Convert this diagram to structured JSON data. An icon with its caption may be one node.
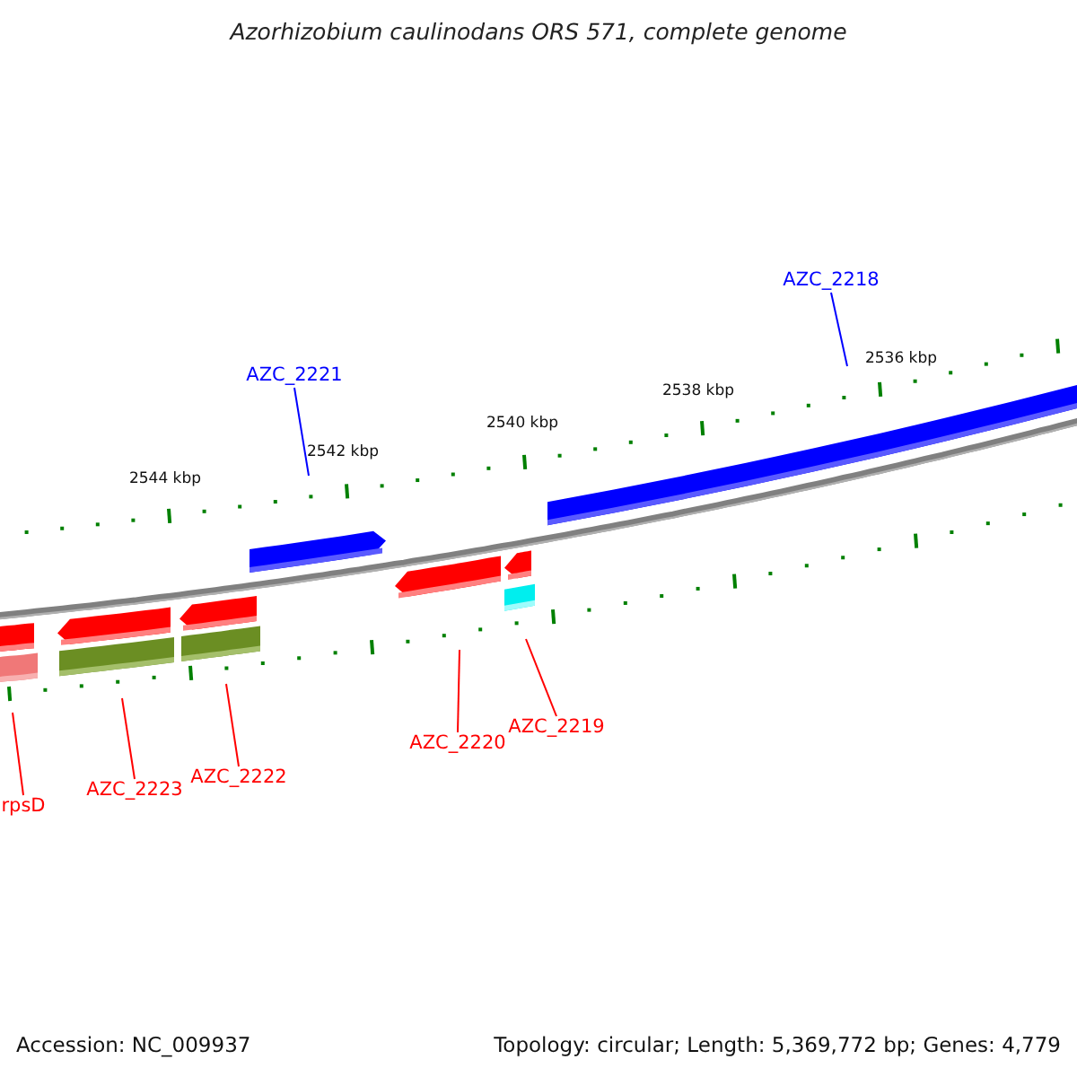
{
  "diagram": {
    "title": "Azorhizobium caulinodans ORS 571, complete genome",
    "nodes": [
      {
        "text": [
          "AZC_2221"
        ]
      },
      {
        "text": [
          "AZC_2218"
        ]
      },
      {
        "text": [
          "rpsD"
        ]
      },
      {
        "text": [
          "AZC_2223"
        ]
      },
      {
        "text": [
          "AZC_2222"
        ]
      },
      {
        "text": [
          "AZC_2220"
        ]
      },
      {
        "text": [
          "AZC_2219"
        ]
      }
    ],
    "edges": [
      {
        "from": 0,
        "to": null,
        "arrow": "none",
        "color": "#0000ff"
      },
      {
        "from": 1,
        "to": null,
        "arrow": "none",
        "color": "#0000ff"
      },
      {
        "from": 2,
        "to": null,
        "arrow": "none"
      },
      {
        "from": 3,
        "to": null,
        "arrow": "none"
      },
      {
        "from": 4,
        "to": null,
        "arrow": "none"
      },
      {
        "from": 5,
        "to": null,
        "arrow": "none"
      },
      {
        "from": 6,
        "to": null,
        "arrow": "none"
      }
    ],
    "labels": [
      "2544 kbp",
      "2542 kbp",
      "2540 kbp",
      "2538 kbp",
      "2536 kbp",
      "Accession: NC_009937",
      "Topology: circular; Length: 5,369,772 bp; Genes: 4,779"
    ]
  }
}
